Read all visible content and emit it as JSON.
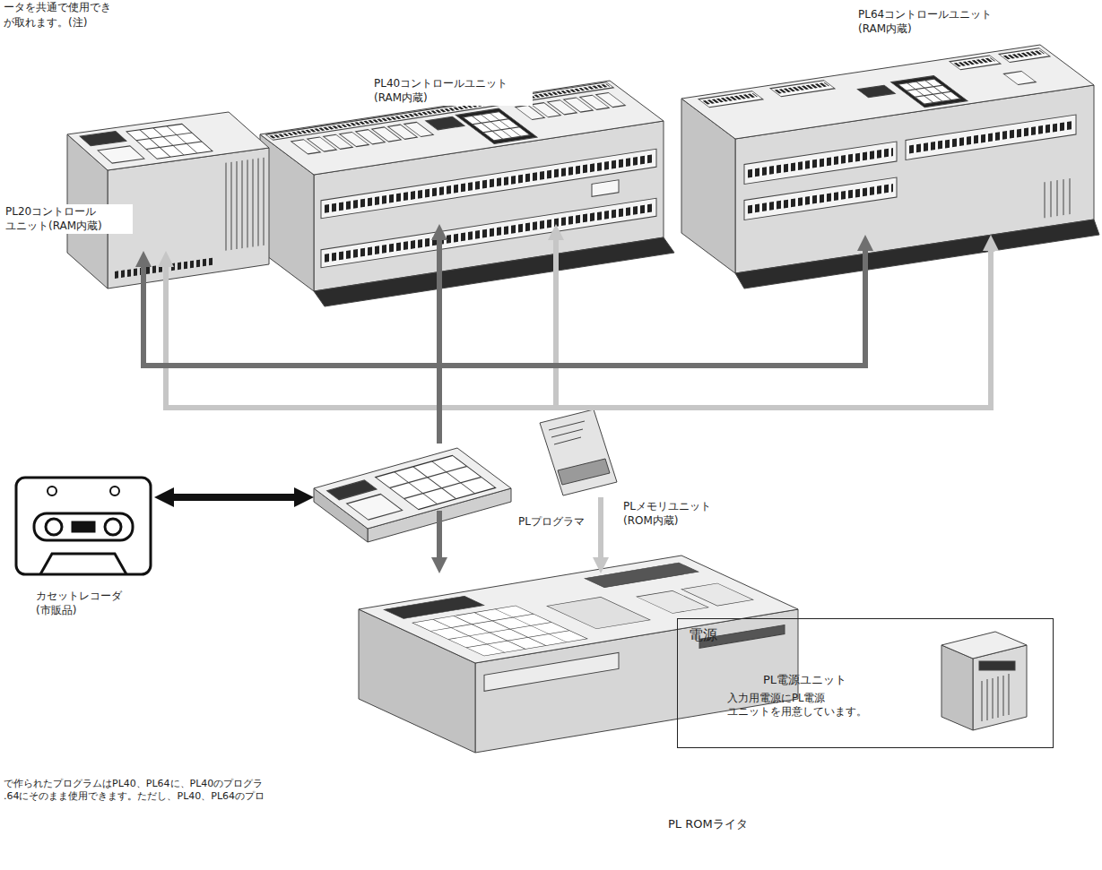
{
  "diagram": {
    "nodes": [
      {
        "text": [
          "PL20コントロール ユニット(RAM内蔵)"
        ]
      },
      {
        "text": [
          "PL40コントロールユニット (RAM内蔵)"
        ]
      },
      {
        "text": [
          "PL64コントロールユニット (RAM内蔵)"
        ]
      },
      {
        "text": [
          "カセットレコーダ (市販品)"
        ]
      },
      {
        "text": [
          "PLプログラマ"
        ]
      },
      {
        "text": [
          "PLメモリユニット (ROM内蔵)"
        ]
      },
      {
        "text": [
          "PL ROMライタ"
        ]
      },
      {
        "text": [
          "電源"
        ]
      },
      {
        "text": [
          "PL電源ユニット",
          "入力用電源にPL電源 ユニットを用意しています。"
        ],
        "in": 7
      }
    ],
    "edges": [
      {
        "from": 3,
        "to": 4,
        "arrow": "both"
      },
      {
        "from": 4,
        "to": 0,
        "arrow": "to"
      },
      {
        "from": 4,
        "to": 1,
        "arrow": "to"
      },
      {
        "from": 4,
        "to": 2,
        "arrow": "to"
      },
      {
        "from": 4,
        "to": 6,
        "arrow": "to"
      },
      {
        "from": 5,
        "to": 0,
        "arrow": "to"
      },
      {
        "from": 5,
        "to": 1,
        "arrow": "to"
      },
      {
        "from": 5,
        "to": 2,
        "arrow": "to"
      },
      {
        "from": 5,
        "to": 6,
        "arrow": "to"
      }
    ],
    "labels": [
      "ータを共通で使用でき",
      "が取れます。(注)",
      "で作られたプログラムはPL40、PL64に、PL40のプログラ .64にそのまま使用できます。ただし、PL40、PL64のプロ"
    ]
  }
}
